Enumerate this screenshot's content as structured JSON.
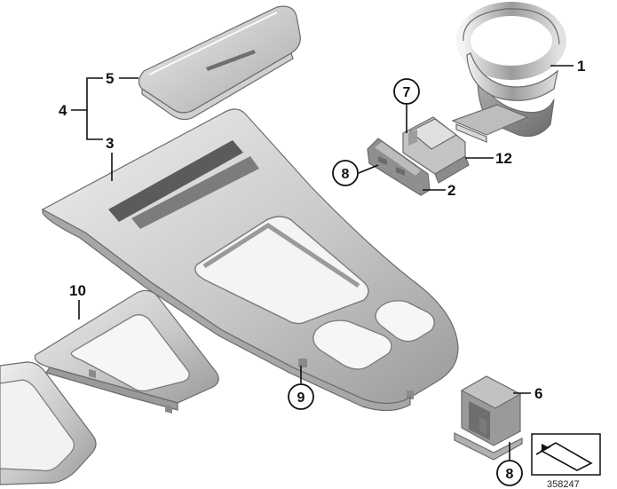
{
  "callouts": {
    "c1": "1",
    "c2": "2",
    "c3": "3",
    "c4": "4",
    "c5": "5",
    "c6": "6",
    "c7": "7",
    "c8a": "8",
    "c8b": "8",
    "c9": "9",
    "c10": "10",
    "c12": "12"
  },
  "reference_number": "358247",
  "icons": {
    "corner_symbol": "strip-arrow-symbol-icon"
  },
  "colors": {
    "part_light": "#e4e4e4",
    "part_mid": "#b9b9b9",
    "part_dark": "#8a8a8a",
    "line": "#111111"
  }
}
